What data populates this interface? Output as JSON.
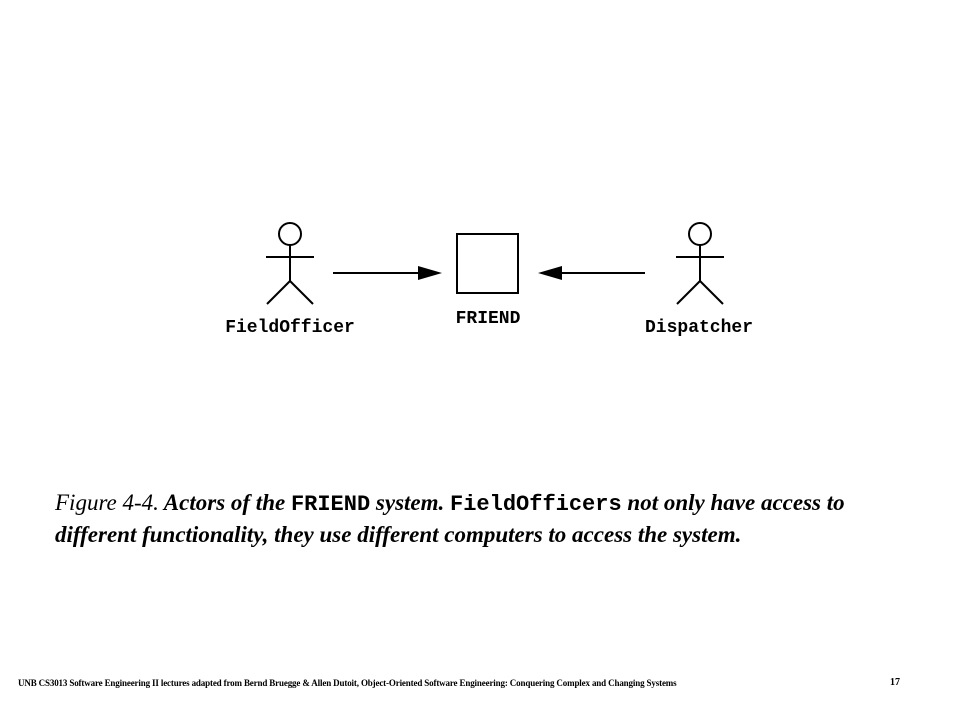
{
  "diagram": {
    "actors": [
      {
        "name": "FieldOfficer"
      },
      {
        "name": "Dispatcher"
      }
    ],
    "system": {
      "name": "FRIEND"
    }
  },
  "caption": {
    "figure_number": "Figure 4-4.",
    "part1": " Actors of the ",
    "code1": "FRIEND",
    "part2": " system. ",
    "code2": "FieldOfficers",
    "part3": " not only have access to different functionality, they use different computers to access the system."
  },
  "footer": {
    "text": "UNB CS3013 Software Engineering II lectures adapted from Bernd Bruegge & Allen Dutoit, Object-Oriented Software Engineering: Conquering Complex and Changing Systems",
    "page_number": "17"
  }
}
